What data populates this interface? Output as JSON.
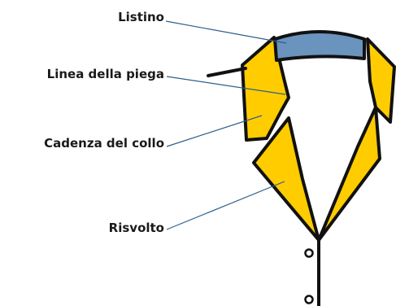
{
  "labels": {
    "listino": "Listino",
    "linea_piega": "Linea della piega",
    "cadenza_collo": "Cadenza del collo",
    "risvolto": "Risvolto"
  },
  "colors": {
    "collar_yellow": "#FFCC00",
    "band_blue": "#6A93BD",
    "outline": "#111111",
    "leader": "#2E5F8A"
  }
}
